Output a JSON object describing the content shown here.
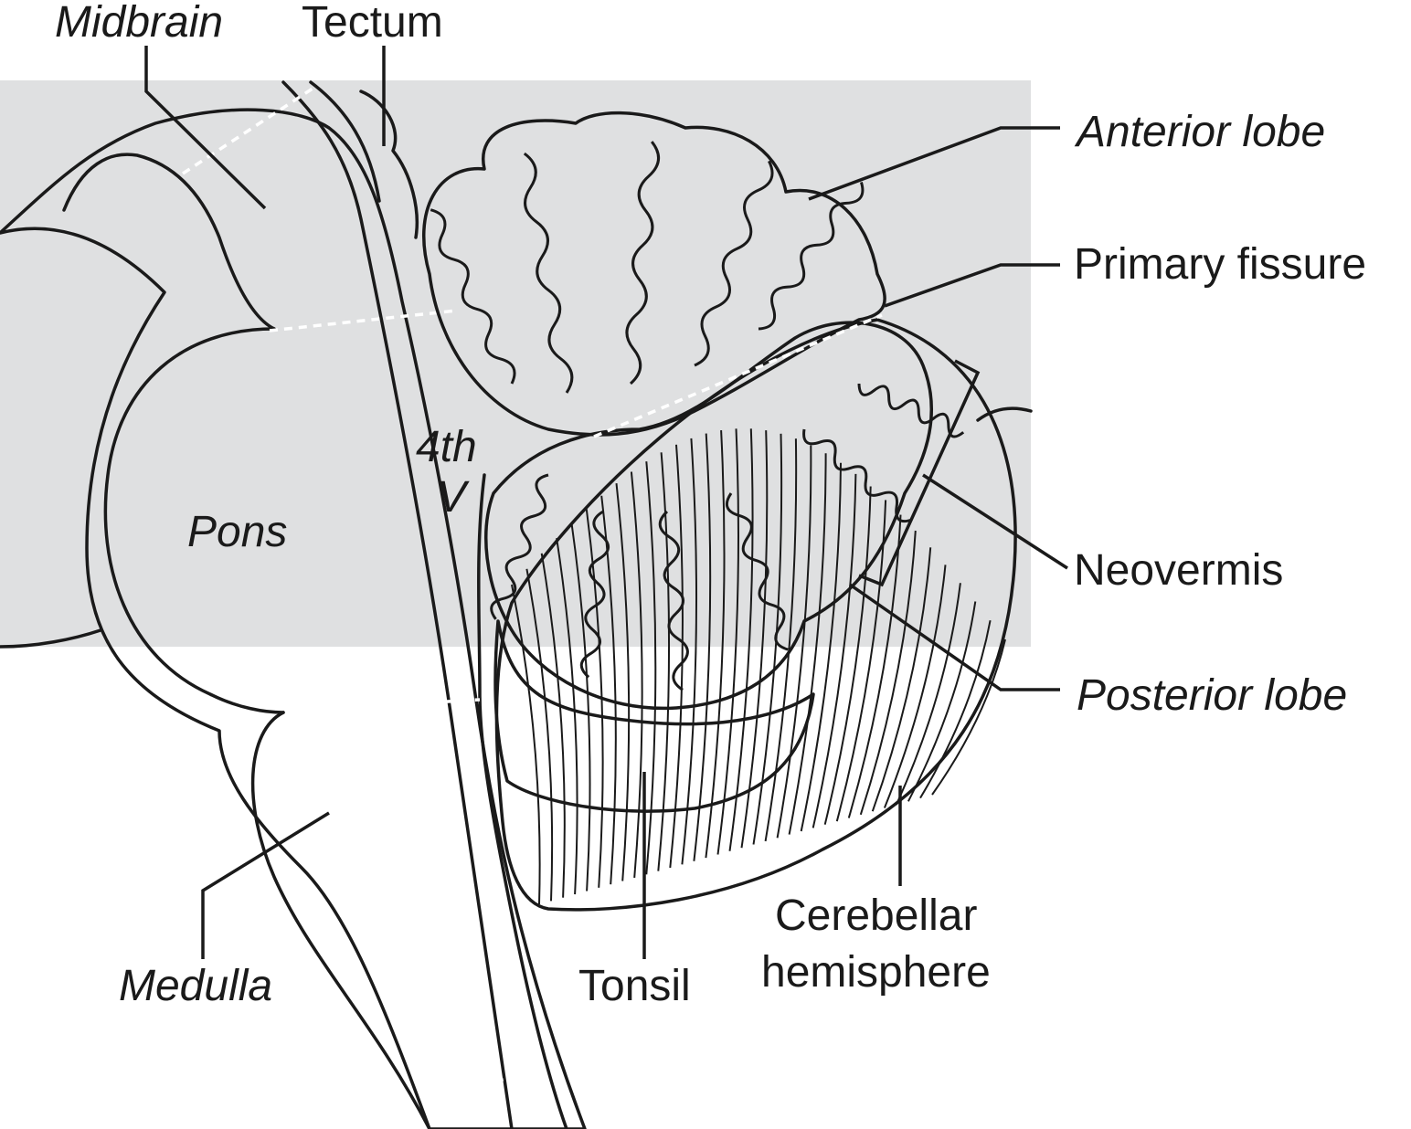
{
  "labels": {
    "midbrain": "Midbrain",
    "tectum": "Tectum",
    "anterior_lobe": "Anterior lobe",
    "primary_fissure": "Primary fissure",
    "fourth_v_line1": "4th",
    "fourth_v_line2": "V",
    "pons": "Pons",
    "neovermis": "Neovermis",
    "posterior_lobe": "Posterior lobe",
    "medulla": "Medulla",
    "tonsil": "Tonsil",
    "cerebellar_line1": "Cerebellar",
    "cerebellar_line2": "hemisphere"
  },
  "colors": {
    "background_panel": "#dfe0e1",
    "brainstem": "#c3c6c9",
    "cerebellum_dark": "#9a9ea2",
    "hemisphere": "#c7cacd",
    "outline": "#1a1a1a",
    "divider": "#ffffff"
  }
}
